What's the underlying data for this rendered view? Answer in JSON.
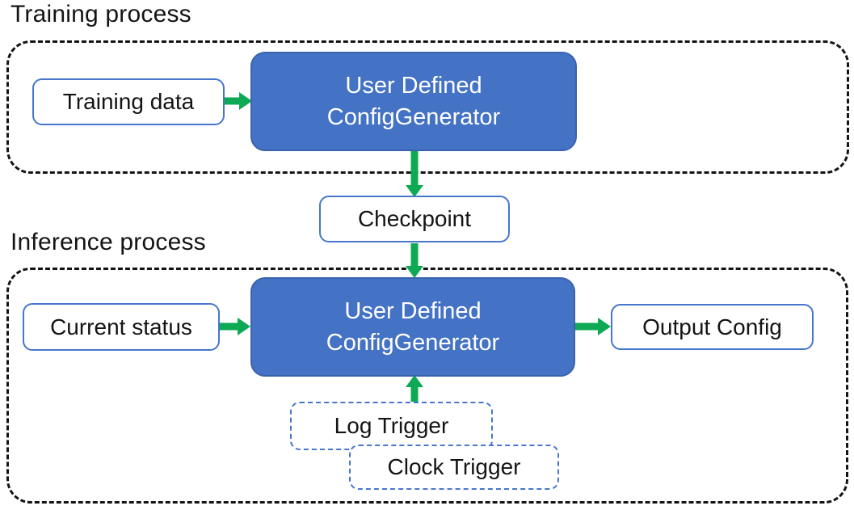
{
  "colors": {
    "box_blue": "#4472C4",
    "box_blue_border": "#3A63AE",
    "border_blue": "#4776CC",
    "arrow_green": "#0DA955",
    "dash_black": "#141414"
  },
  "training": {
    "label": "Training process",
    "input_box": "Training data",
    "generator_line1": "User Defined",
    "generator_line2": "ConfigGenerator"
  },
  "checkpoint": {
    "label": "Checkpoint"
  },
  "inference": {
    "label": "Inference process",
    "input_box": "Current status",
    "generator_line1": "User Defined",
    "generator_line2": "ConfigGenerator",
    "output_box": "Output Config",
    "log_trigger": "Log Trigger",
    "clock_trigger": "Clock Trigger"
  }
}
